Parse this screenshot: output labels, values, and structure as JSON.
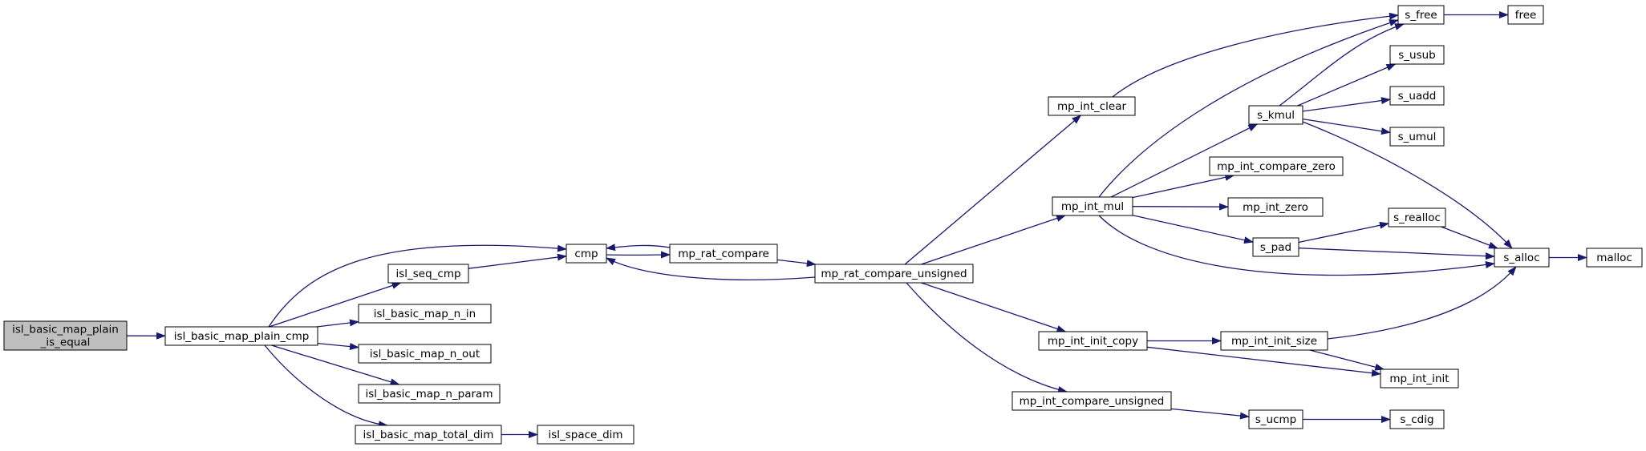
{
  "colors": {
    "edge": "#191970",
    "node_border": "#000000",
    "node_fill": "#ffffff",
    "root_fill": "#bfbfbf"
  },
  "nodes": [
    {
      "id": "root",
      "lines": [
        "isl_basic_map_plain",
        "_is_equal"
      ],
      "root": true
    },
    {
      "id": "plain_cmp",
      "lines": [
        "isl_basic_map_plain_cmp"
      ]
    },
    {
      "id": "cmp",
      "lines": [
        "cmp"
      ]
    },
    {
      "id": "seq_cmp",
      "lines": [
        "isl_seq_cmp"
      ]
    },
    {
      "id": "n_in",
      "lines": [
        "isl_basic_map_n_in"
      ]
    },
    {
      "id": "n_out",
      "lines": [
        "isl_basic_map_n_out"
      ]
    },
    {
      "id": "n_param",
      "lines": [
        "isl_basic_map_n_param"
      ]
    },
    {
      "id": "total_dim",
      "lines": [
        "isl_basic_map_total_dim"
      ]
    },
    {
      "id": "space_dim",
      "lines": [
        "isl_space_dim"
      ]
    },
    {
      "id": "rat_compare",
      "lines": [
        "mp_rat_compare"
      ]
    },
    {
      "id": "rat_compare_unsigned",
      "lines": [
        "mp_rat_compare_unsigned"
      ]
    },
    {
      "id": "int_clear",
      "lines": [
        "mp_int_clear"
      ]
    },
    {
      "id": "int_mul",
      "lines": [
        "mp_int_mul"
      ]
    },
    {
      "id": "int_init_copy",
      "lines": [
        "mp_int_init_copy"
      ]
    },
    {
      "id": "int_compare_unsigned",
      "lines": [
        "mp_int_compare_unsigned"
      ]
    },
    {
      "id": "s_free",
      "lines": [
        "s_free"
      ]
    },
    {
      "id": "free",
      "lines": [
        "free"
      ]
    },
    {
      "id": "s_kmul",
      "lines": [
        "s_kmul"
      ]
    },
    {
      "id": "s_usub",
      "lines": [
        "s_usub"
      ]
    },
    {
      "id": "s_uadd",
      "lines": [
        "s_uadd"
      ]
    },
    {
      "id": "s_umul",
      "lines": [
        "s_umul"
      ]
    },
    {
      "id": "int_compare_zero",
      "lines": [
        "mp_int_compare_zero"
      ]
    },
    {
      "id": "int_zero",
      "lines": [
        "mp_int_zero"
      ]
    },
    {
      "id": "s_pad",
      "lines": [
        "s_pad"
      ]
    },
    {
      "id": "s_realloc",
      "lines": [
        "s_realloc"
      ]
    },
    {
      "id": "s_alloc",
      "lines": [
        "s_alloc"
      ]
    },
    {
      "id": "malloc",
      "lines": [
        "malloc"
      ]
    },
    {
      "id": "int_init_size",
      "lines": [
        "mp_int_init_size"
      ]
    },
    {
      "id": "int_init",
      "lines": [
        "mp_int_init"
      ]
    },
    {
      "id": "s_ucmp",
      "lines": [
        "s_ucmp"
      ]
    },
    {
      "id": "s_cdig",
      "lines": [
        "s_cdig"
      ]
    }
  ],
  "edges": [
    [
      "root",
      "plain_cmp"
    ],
    [
      "plain_cmp",
      "cmp"
    ],
    [
      "plain_cmp",
      "seq_cmp"
    ],
    [
      "plain_cmp",
      "n_in"
    ],
    [
      "plain_cmp",
      "n_out"
    ],
    [
      "plain_cmp",
      "n_param"
    ],
    [
      "plain_cmp",
      "total_dim"
    ],
    [
      "seq_cmp",
      "cmp"
    ],
    [
      "total_dim",
      "space_dim"
    ],
    [
      "cmp",
      "rat_compare"
    ],
    [
      "rat_compare",
      "cmp"
    ],
    [
      "rat_compare",
      "rat_compare_unsigned"
    ],
    [
      "rat_compare_unsigned",
      "cmp"
    ],
    [
      "rat_compare_unsigned",
      "int_clear"
    ],
    [
      "rat_compare_unsigned",
      "int_mul"
    ],
    [
      "rat_compare_unsigned",
      "int_init_copy"
    ],
    [
      "rat_compare_unsigned",
      "int_compare_unsigned"
    ],
    [
      "int_clear",
      "s_free"
    ],
    [
      "s_free",
      "free"
    ],
    [
      "int_mul",
      "s_free"
    ],
    [
      "int_mul",
      "s_kmul"
    ],
    [
      "int_mul",
      "int_compare_zero"
    ],
    [
      "int_mul",
      "int_zero"
    ],
    [
      "int_mul",
      "s_pad"
    ],
    [
      "int_mul",
      "s_alloc"
    ],
    [
      "s_kmul",
      "s_free"
    ],
    [
      "s_kmul",
      "s_usub"
    ],
    [
      "s_kmul",
      "s_uadd"
    ],
    [
      "s_kmul",
      "s_umul"
    ],
    [
      "s_kmul",
      "s_alloc"
    ],
    [
      "s_pad",
      "s_realloc"
    ],
    [
      "s_pad",
      "s_alloc"
    ],
    [
      "s_realloc",
      "s_alloc"
    ],
    [
      "s_alloc",
      "malloc"
    ],
    [
      "int_init_copy",
      "int_init_size"
    ],
    [
      "int_init_copy",
      "int_init"
    ],
    [
      "int_init_size",
      "s_alloc"
    ],
    [
      "int_init_size",
      "int_init"
    ],
    [
      "int_compare_unsigned",
      "s_ucmp"
    ],
    [
      "s_ucmp",
      "s_cdig"
    ]
  ]
}
